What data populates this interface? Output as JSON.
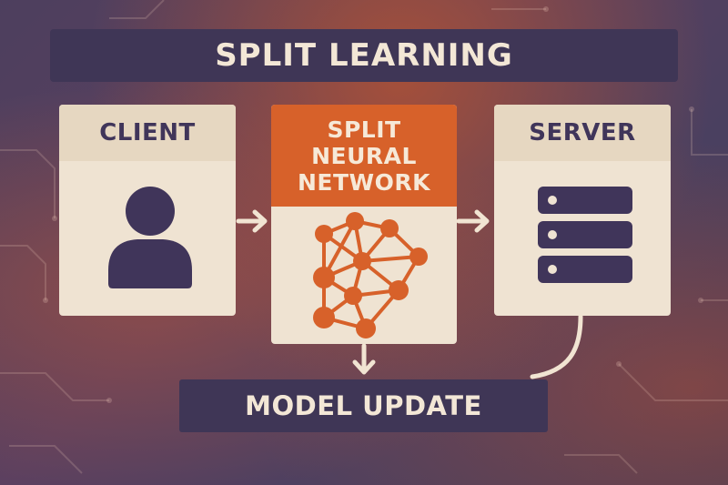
{
  "title": "SPLIT LEARNING",
  "client": {
    "label": "CLIENT"
  },
  "split_network": {
    "line1": "SPLIT",
    "line2": "NEURAL",
    "line3": "NETWORK"
  },
  "server": {
    "label": "SERVER"
  },
  "model_update": {
    "label": "MODEL UPDATE"
  },
  "colors": {
    "dark_panel": "#3f3656",
    "cream": "#efe3d2",
    "accent_orange": "#d7612a",
    "arrow_cream": "#f1e4d2"
  }
}
